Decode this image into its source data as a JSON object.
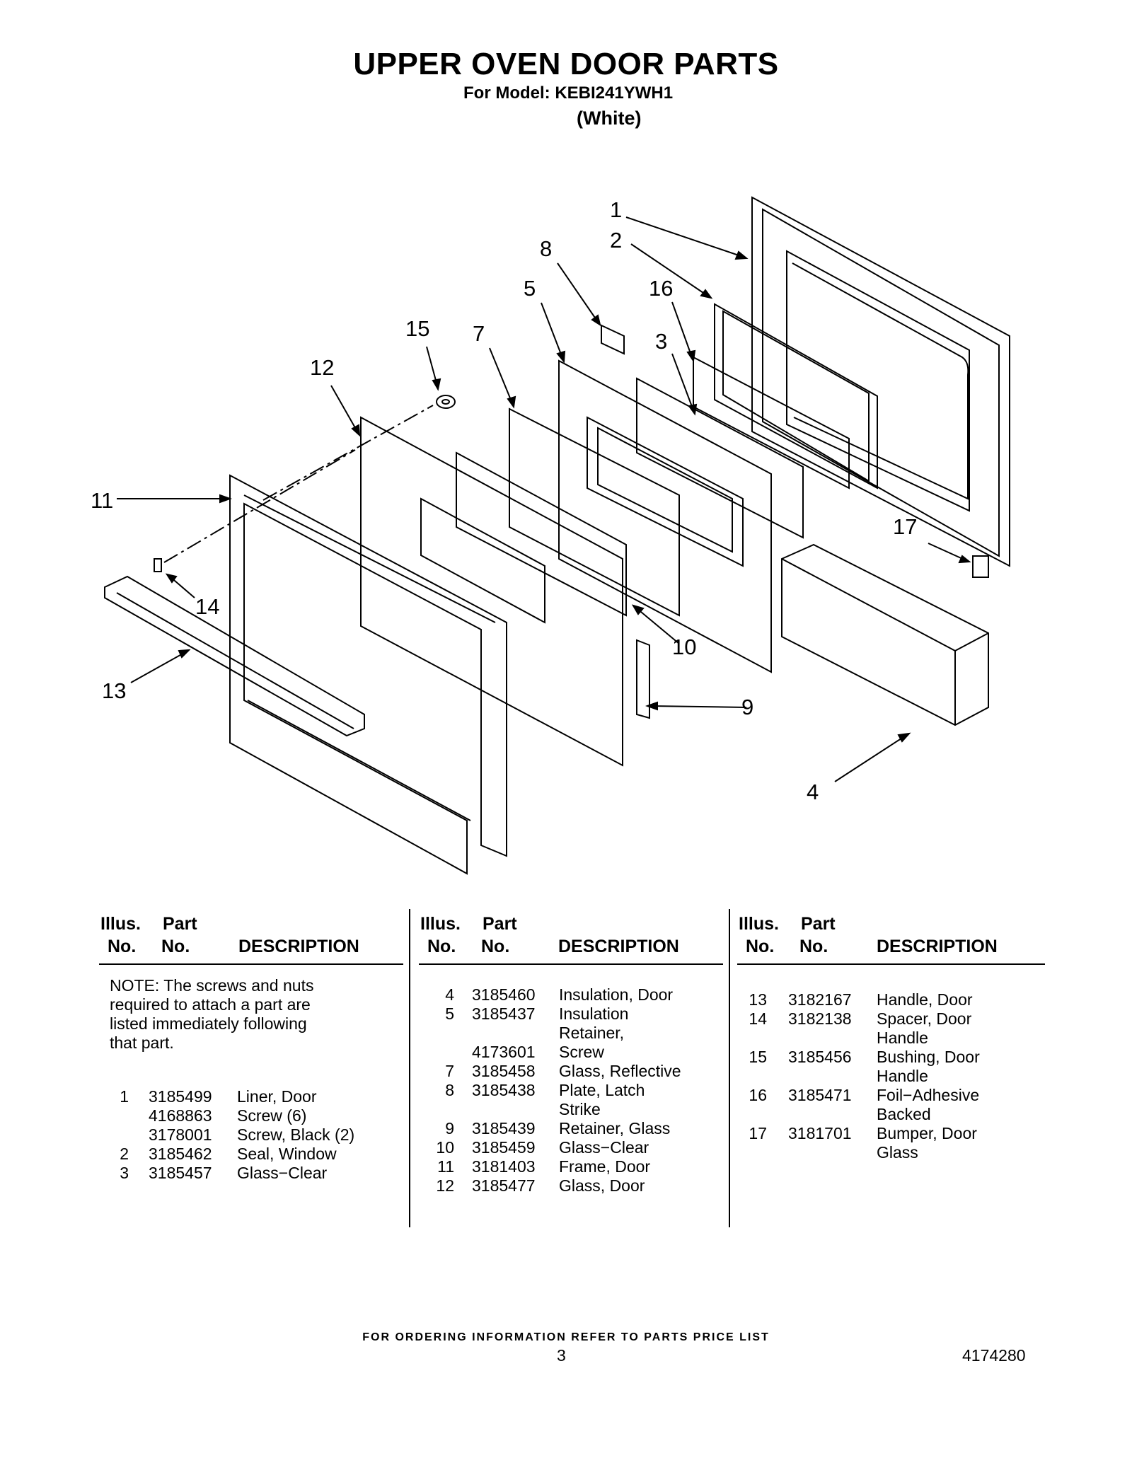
{
  "header": {
    "title": "UPPER OVEN DOOR PARTS",
    "model": "For Model: KEBI241YWH1",
    "color": "(White)"
  },
  "diagram": {
    "callouts": [
      "1",
      "2",
      "3",
      "4",
      "5",
      "7",
      "8",
      "9",
      "10",
      "11",
      "12",
      "13",
      "14",
      "15",
      "16",
      "17"
    ]
  },
  "table": {
    "headers": {
      "illus_top": "Illus.",
      "part_top": "Part",
      "illus_bottom": "No.",
      "part_bottom": "No.",
      "description": "DESCRIPTION"
    },
    "note": "NOTE: The screws and nuts\nrequired to attach a part are\nlisted immediately following\n that part.",
    "columns": [
      [
        {
          "illus": "1",
          "part": "3185499",
          "desc": "Liner, Door"
        },
        {
          "illus": "",
          "part": "4168863",
          "desc": "Screw (6)"
        },
        {
          "illus": "",
          "part": "3178001",
          "desc": "Screw, Black (2)"
        },
        {
          "illus": "2",
          "part": "3185462",
          "desc": "Seal, Window"
        },
        {
          "illus": "3",
          "part": "3185457",
          "desc": "Glass−Clear"
        }
      ],
      [
        {
          "illus": "4",
          "part": "3185460",
          "desc": "Insulation, Door"
        },
        {
          "illus": "5",
          "part": "3185437",
          "desc": "Insulation"
        },
        {
          "illus": "",
          "part": "",
          "desc": "Retainer,"
        },
        {
          "illus": "",
          "part": "4173601",
          "desc": "Screw"
        },
        {
          "illus": "7",
          "part": "3185458",
          "desc": "Glass, Reflective"
        },
        {
          "illus": "8",
          "part": "3185438",
          "desc": "Plate, Latch"
        },
        {
          "illus": "",
          "part": "",
          "desc": "Strike"
        },
        {
          "illus": "9",
          "part": "3185439",
          "desc": "Retainer, Glass"
        },
        {
          "illus": "10",
          "part": "3185459",
          "desc": "Glass−Clear"
        },
        {
          "illus": "11",
          "part": "3181403",
          "desc": "Frame, Door"
        },
        {
          "illus": "12",
          "part": "3185477",
          "desc": "Glass, Door"
        }
      ],
      [
        {
          "illus": "13",
          "part": "3182167",
          "desc": "Handle, Door"
        },
        {
          "illus": "14",
          "part": "3182138",
          "desc": "Spacer, Door"
        },
        {
          "illus": "",
          "part": "",
          "desc": "Handle"
        },
        {
          "illus": "15",
          "part": "3185456",
          "desc": "Bushing, Door"
        },
        {
          "illus": "",
          "part": "",
          "desc": "Handle"
        },
        {
          "illus": "16",
          "part": "3185471",
          "desc": "Foil−Adhesive"
        },
        {
          "illus": "",
          "part": "",
          "desc": "Backed"
        },
        {
          "illus": "17",
          "part": "3181701",
          "desc": "Bumper, Door"
        },
        {
          "illus": "",
          "part": "",
          "desc": "Glass"
        }
      ]
    ]
  },
  "footer": {
    "ordering": "FOR ORDERING INFORMATION REFER TO PARTS PRICE LIST",
    "page": "3",
    "doc_number": "4174280"
  }
}
